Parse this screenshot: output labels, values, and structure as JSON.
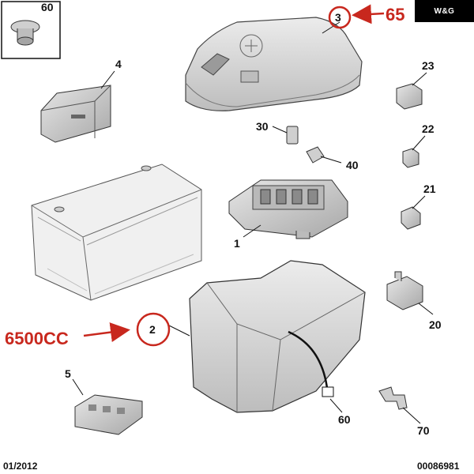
{
  "brand": "W&G",
  "inset_label": "60",
  "callouts": {
    "c3": "3",
    "c4": "4",
    "c23": "23",
    "c22": "22",
    "c21": "21",
    "c20": "20",
    "c30": "30",
    "c40": "40",
    "c1": "1",
    "c2": "2",
    "c5": "5",
    "c60": "60",
    "c70": "70"
  },
  "highlights": {
    "top_code": "65",
    "left_code": "6500CC"
  },
  "footer": {
    "date": "01/2012",
    "ref": "00086981"
  },
  "colors": {
    "highlight": "#c8281e",
    "part_fill": "#d9d9d9",
    "outline": "#333333"
  }
}
